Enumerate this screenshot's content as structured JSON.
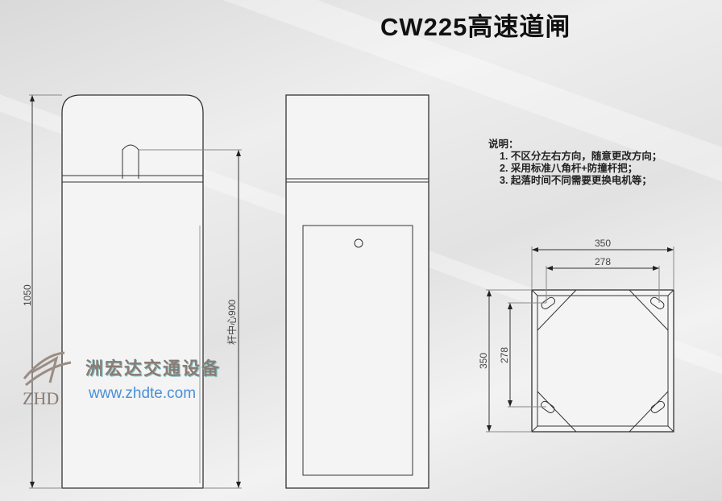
{
  "title": "CW225高速道闸",
  "notes": {
    "heading": "说明：",
    "items": [
      "1. 不区分左右方向，随意更改方向；",
      "2. 采用标准八角杆+防撞杆把；",
      "3. 起落时间不同需要更换电机等；"
    ]
  },
  "front_view": {
    "height_dim": "1050",
    "boom_center_dim": "杆中心900"
  },
  "plan_view": {
    "width_outer": "350",
    "width_holes": "278",
    "depth_outer": "350",
    "depth_holes": "278"
  },
  "watermark": {
    "brand_cn": "洲宏达交通设备",
    "url": "www.zhdte.com",
    "mark": "ZHD"
  }
}
